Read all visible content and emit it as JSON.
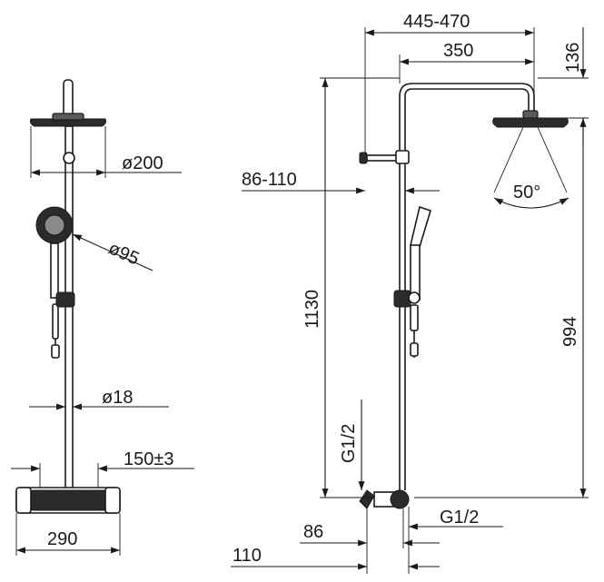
{
  "dimensions": {
    "head_diameter": "ø200",
    "hand_shower_diameter": "ø95",
    "rail_diameter": "ø18",
    "mixer_centres": "150±3",
    "mixer_width": "290",
    "arm_range": "445-470",
    "arm_length": "350",
    "head_drop": "136",
    "bracket_offset": "86-110",
    "spray_angle": "50°",
    "total_height": "1130",
    "head_height": "994",
    "inlet_left": "G1/2",
    "inlet_right": "G1/2",
    "wall_offset_86": "86",
    "wall_offset_110": "110"
  }
}
